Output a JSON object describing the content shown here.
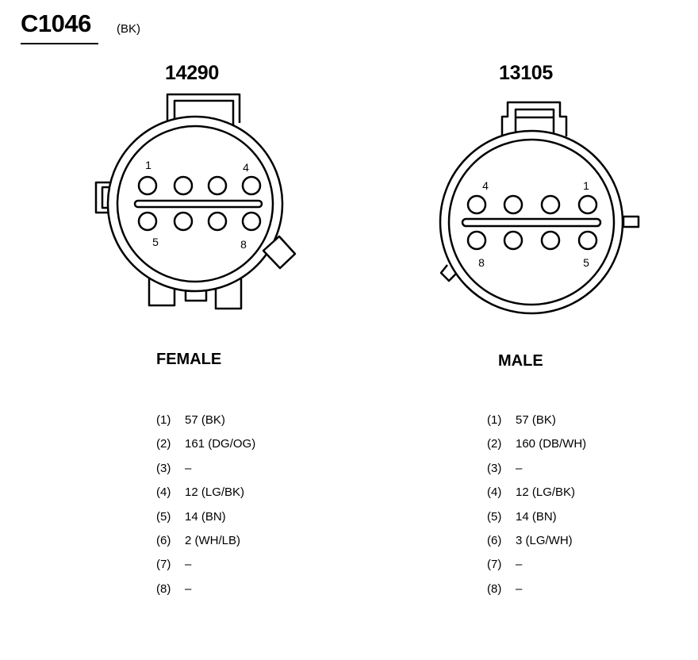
{
  "connector": {
    "id": "C1046",
    "color_code": "(BK)"
  },
  "female": {
    "part_number": "14290",
    "label": "FEMALE",
    "pin_labels": {
      "p1": "1",
      "p4": "4",
      "p5": "5",
      "p8": "8"
    },
    "pins": [
      {
        "num": "(1)",
        "wire": "57 (BK)"
      },
      {
        "num": "(2)",
        "wire": "161 (DG/OG)"
      },
      {
        "num": "(3)",
        "wire": "–"
      },
      {
        "num": "(4)",
        "wire": "12 (LG/BK)"
      },
      {
        "num": "(5)",
        "wire": "14 (BN)"
      },
      {
        "num": "(6)",
        "wire": "2 (WH/LB)"
      },
      {
        "num": "(7)",
        "wire": "–"
      },
      {
        "num": "(8)",
        "wire": "–"
      }
    ]
  },
  "male": {
    "part_number": "13105",
    "label": "MALE",
    "pin_labels": {
      "p1": "1",
      "p4": "4",
      "p5": "5",
      "p8": "8"
    },
    "pins": [
      {
        "num": "(1)",
        "wire": "57 (BK)"
      },
      {
        "num": "(2)",
        "wire": "160 (DB/WH)"
      },
      {
        "num": "(3)",
        "wire": "–"
      },
      {
        "num": "(4)",
        "wire": "12 (LG/BK)"
      },
      {
        "num": "(5)",
        "wire": "14 (BN)"
      },
      {
        "num": "(6)",
        "wire": "3 (LG/WH)"
      },
      {
        "num": "(7)",
        "wire": "–"
      },
      {
        "num": "(8)",
        "wire": "–"
      }
    ]
  }
}
